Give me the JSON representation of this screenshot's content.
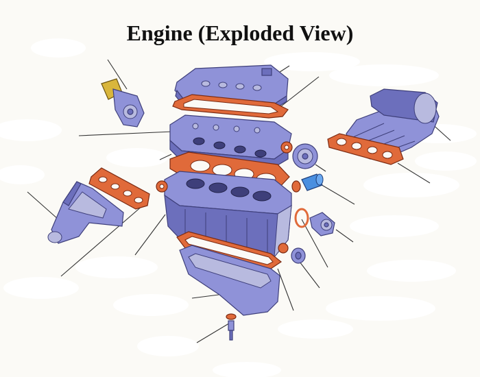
{
  "diagram": {
    "title": "Engine (Exploded View)",
    "parts": [
      {
        "id": "valve-cover"
      },
      {
        "id": "valve-cover-gasket"
      },
      {
        "id": "cylinder-head"
      },
      {
        "id": "head-gasket"
      },
      {
        "id": "cylinder-block"
      },
      {
        "id": "oil-pan-gasket"
      },
      {
        "id": "oil-pan"
      },
      {
        "id": "drain-plug"
      },
      {
        "id": "intake-manifold"
      },
      {
        "id": "intake-manifold-gasket"
      },
      {
        "id": "exhaust-manifold"
      },
      {
        "id": "exhaust-manifold-gasket"
      },
      {
        "id": "thermostat-housing"
      },
      {
        "id": "camshaft-pulley"
      },
      {
        "id": "oil-filter"
      },
      {
        "id": "water-pump"
      },
      {
        "id": "pump-gasket"
      },
      {
        "id": "crankshaft-pulley"
      },
      {
        "id": "seal-left"
      },
      {
        "id": "seal-right"
      }
    ],
    "colors": {
      "metal": "#8f92d8",
      "gasket": "#e06a3a",
      "leader": "#333333"
    }
  }
}
